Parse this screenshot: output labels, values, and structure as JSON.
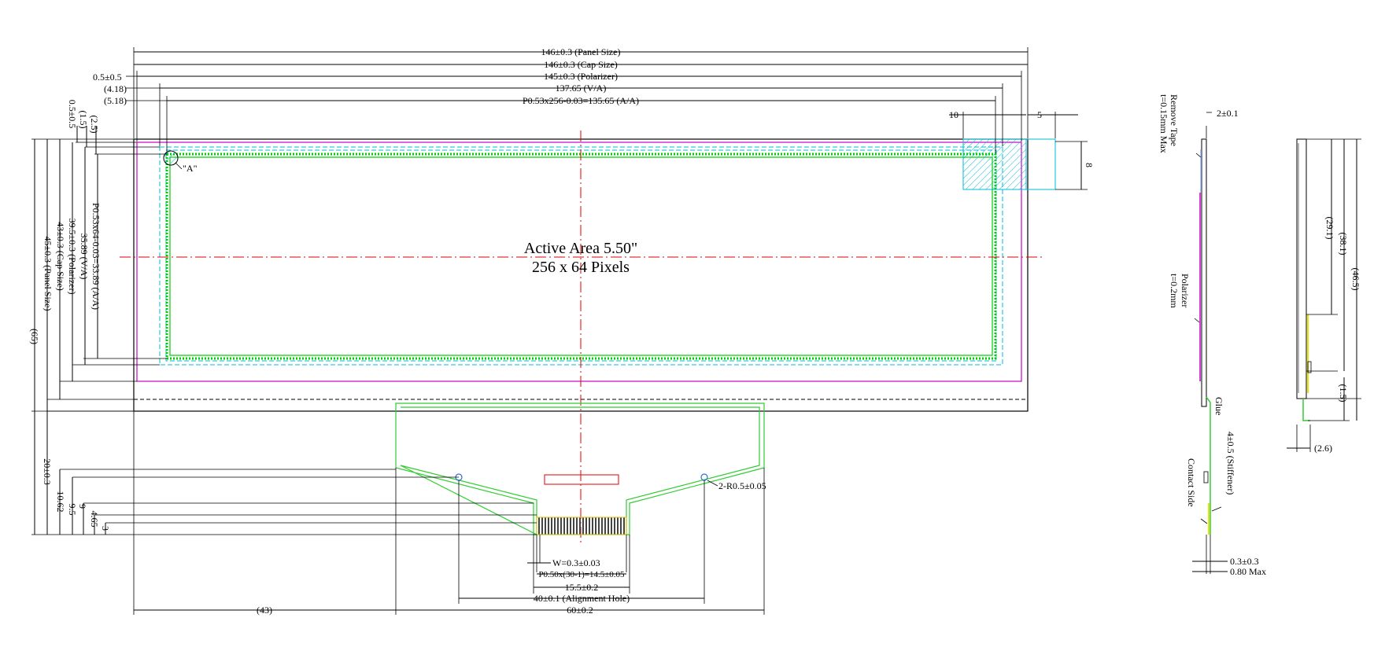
{
  "labels": {
    "panel_size_w": "146±0.3 (Panel Size)",
    "cap_size_w": "146±0.3 (Cap Size)",
    "polarizer_w": "145±0.3 (Polarizer)",
    "va_w": "137.65 (V/A)",
    "aa_w": "P0.53x256-0.03=135.65 (A/A)",
    "off_05": "0.5±0.5",
    "off_418": "(4.18)",
    "off_518": "(5.18)",
    "dim_10": "10",
    "dim_5": "5",
    "dim_8": "8",
    "v_05": "0.5±0.5",
    "v_15": "(1.5)",
    "v_25": "(2.5)",
    "aa_h": "P0.53x64-0.03=33.89 (A/A)",
    "va_h": "35.89 (V/A)",
    "polarizer_h": "39.5±0.3 (Polarizer)",
    "cap_size_h": "43±0.3 (Cap Size)",
    "panel_size_h": "45±0.3 (Panel Size)",
    "total_h": "(65)",
    "detail_a": "\"A\"",
    "active_area_line1": "Active Area 5.50\"",
    "active_area_line2": "256 x 64 Pixels",
    "fpc_20": "20±0.3",
    "fpc_1062": "10.62",
    "fpc_95": "9.5",
    "fpc_9": "9",
    "fpc_465": "4.65",
    "fpc_3": "3",
    "hole_radius": "2-R0.5±0.05",
    "pin_width": "W=0.3±0.03",
    "pin_pitch": "P0.50x(30-1)=14.5±0.05",
    "fpc_width": "15.5±0.2",
    "align_hole": "40±0.1 (Alignment Hole)",
    "fpc_total": "60±0.2",
    "offset_43": "(43)",
    "remove_tape_1": "Remove Tape",
    "remove_tape_2": "t=0.15mm Max",
    "tape_thk": "2±0.1",
    "polarizer_1": "Polarizer",
    "polarizer_2": "t=0.2mm",
    "glue": "Glue",
    "stiffener": "4±0.5 (Stiffener)",
    "contact_side": "Contact Side",
    "thk_03": "0.3±0.3",
    "thk_080": "0.80 Max",
    "side_291": "(29.1)",
    "side_381": "(38.1)",
    "side_465": "(46.5)",
    "side_15": "(1.5)",
    "side_26": "(2.6)"
  },
  "colors": {
    "panel_outline": "#000000",
    "polarizer": "#cc00cc",
    "viewing_area": "#00bcd4",
    "active_area": "#00cc00",
    "center_line": "#e00000",
    "fpc": "#33cc33",
    "stiffener": "#e6e600"
  }
}
